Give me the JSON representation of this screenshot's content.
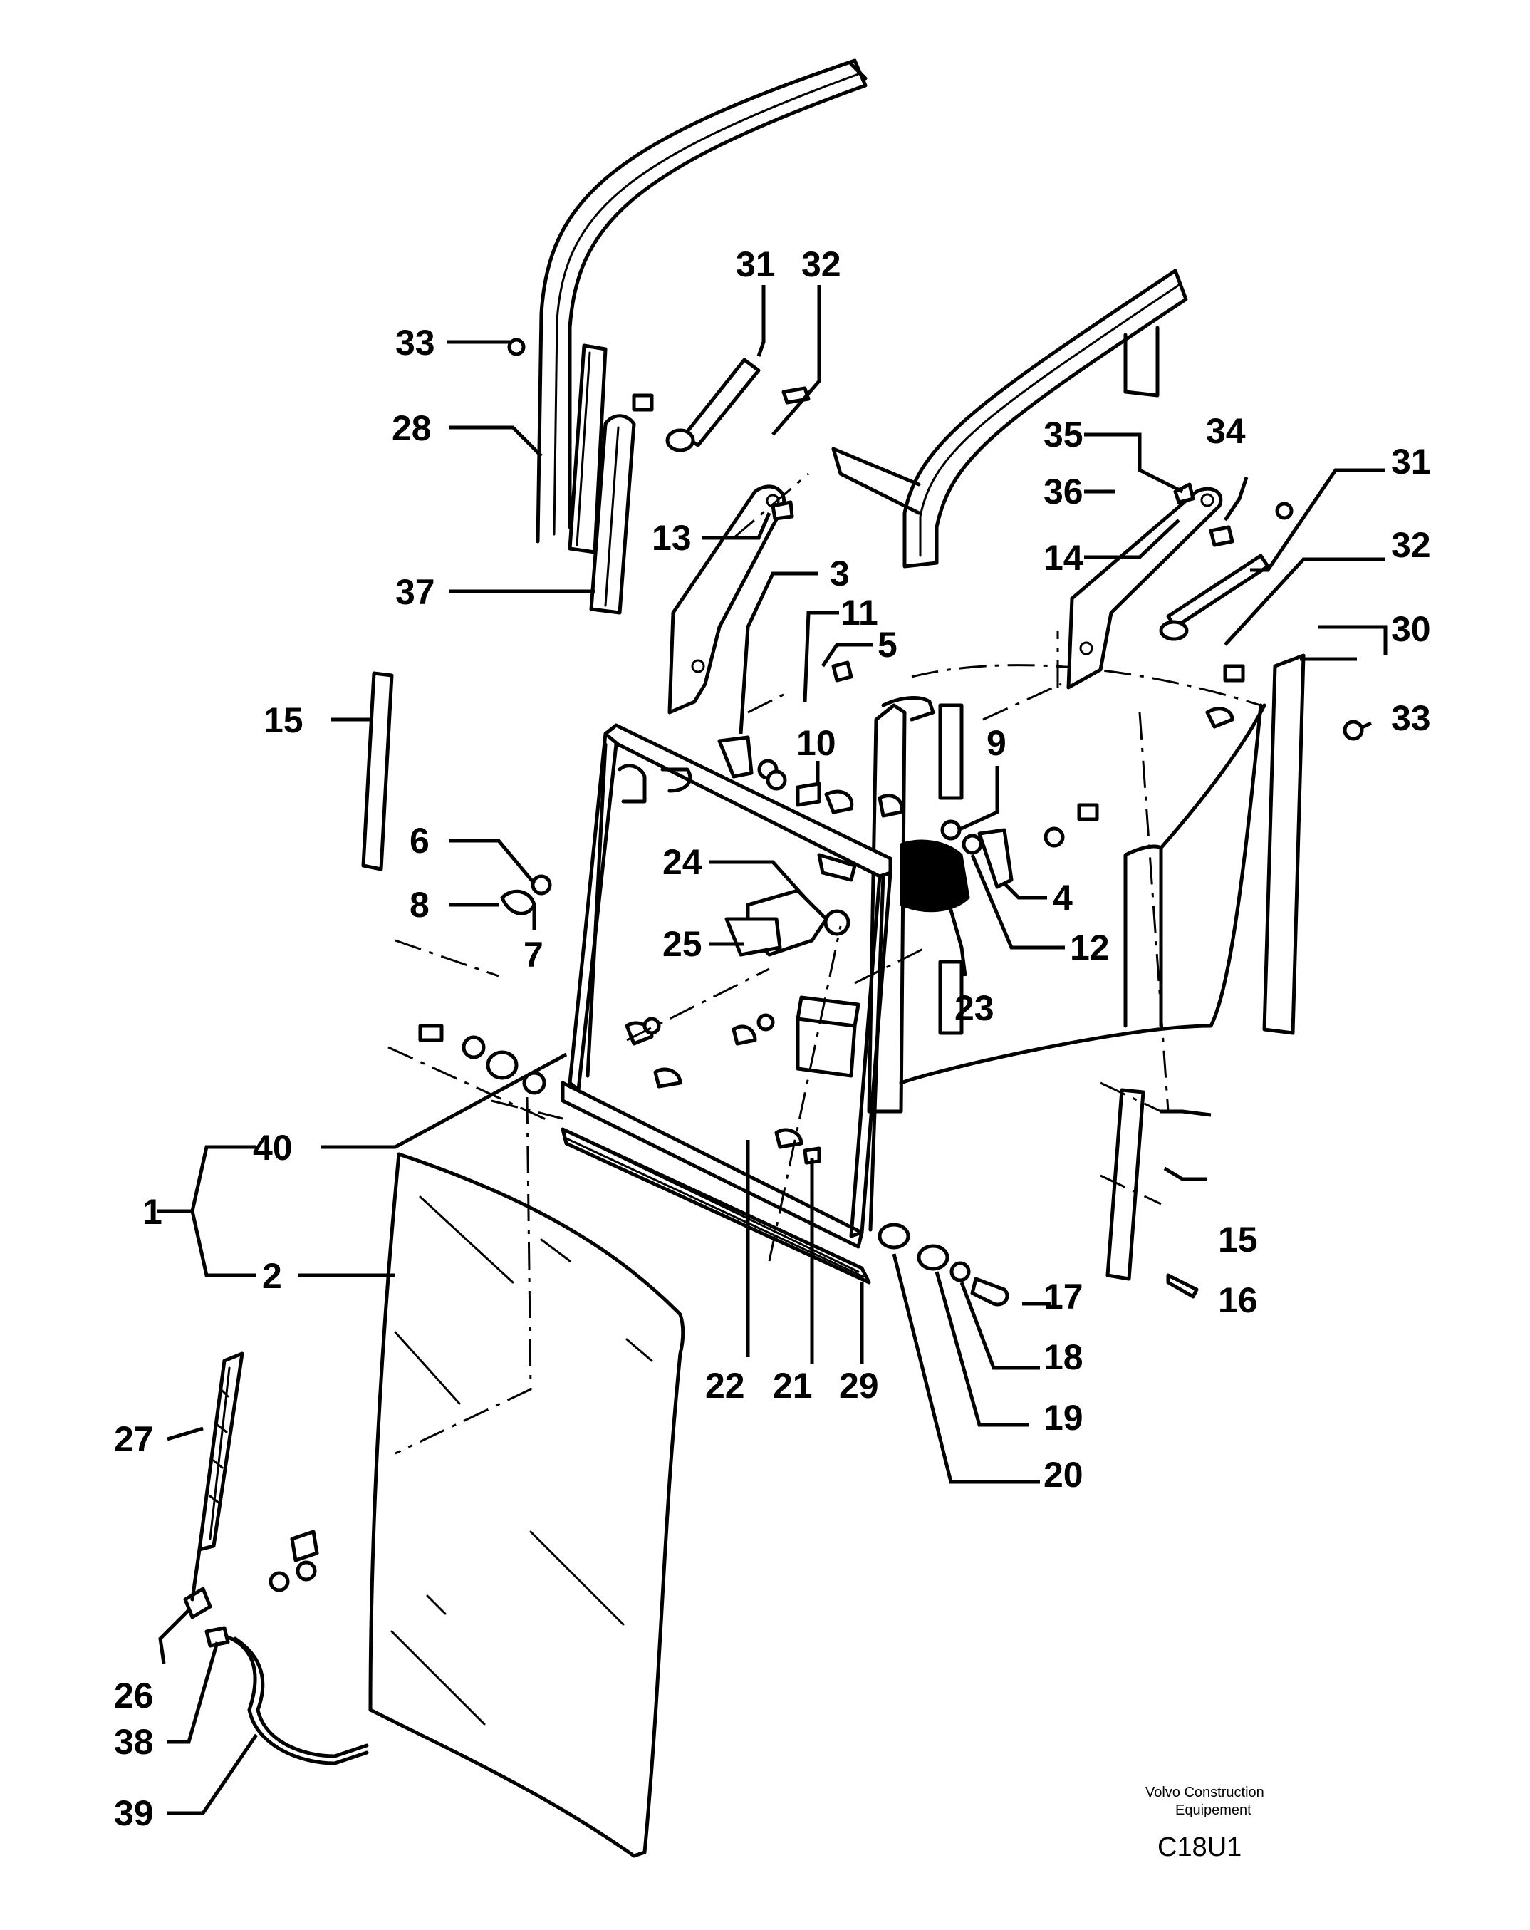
{
  "callouts": {
    "c1": "1",
    "c2": "2",
    "c3": "3",
    "c4": "4",
    "c5": "5",
    "c6": "6",
    "c7": "7",
    "c8": "8",
    "c9": "9",
    "c10": "10",
    "c11": "11",
    "c12": "12",
    "c13": "13",
    "c14": "14",
    "c15a": "15",
    "c15b": "15",
    "c16": "16",
    "c17": "17",
    "c18": "18",
    "c19": "19",
    "c20": "20",
    "c21": "21",
    "c22": "22",
    "c23": "23",
    "c24": "24",
    "c25": "25",
    "c26": "26",
    "c27": "27",
    "c28": "28",
    "c29": "29",
    "c30": "30",
    "c31a": "31",
    "c31b": "31",
    "c32a": "32",
    "c32b": "32",
    "c33a": "33",
    "c33b": "33",
    "c34": "34",
    "c35": "35",
    "c36": "36",
    "c37": "37",
    "c38": "38",
    "c39": "39",
    "c40": "40"
  },
  "footer": {
    "company_line1": "Volvo Construction",
    "company_line2": "Equipement",
    "drawing_code": "C18U1"
  }
}
